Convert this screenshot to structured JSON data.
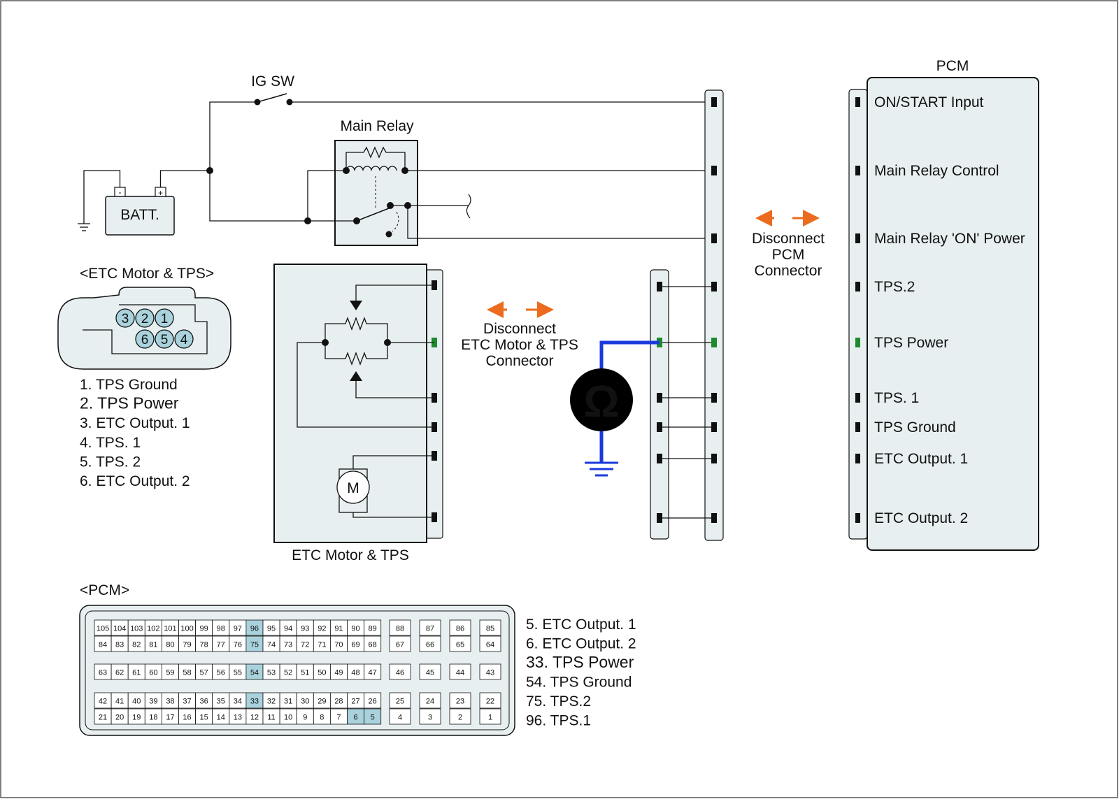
{
  "colors": {
    "panel_fill": "#e8eff1",
    "highlight_fill": "#a9d2dc",
    "green": "#1d8a2c",
    "orange": "#ec6b1e",
    "meter_wire": "#1a3adb",
    "line": "#111111"
  },
  "labels": {
    "ig_sw": "IG SW",
    "main_relay": "Main Relay",
    "batt": "BATT.",
    "batt_minus": "-",
    "batt_plus": "+",
    "etc_block_caption": "ETC Motor & TPS",
    "motor": "M",
    "ohm": "Ω",
    "pcm_title": "PCM",
    "disconnect_etc": [
      "Disconnect",
      "ETC Motor & TPS",
      "Connector"
    ],
    "disconnect_pcm": [
      "Disconnect",
      "PCM",
      "Connector"
    ]
  },
  "pcm_pins": [
    {
      "text": "ON/START Input",
      "green": false
    },
    {
      "text": "Main Relay Control",
      "green": false
    },
    {
      "text": "Main Relay 'ON' Power",
      "green": false
    },
    {
      "text": "TPS.2",
      "green": false
    },
    {
      "text": "TPS Power",
      "green": true
    },
    {
      "text": "TPS. 1",
      "green": false
    },
    {
      "text": "TPS Ground",
      "green": false
    },
    {
      "text": "ETC Output. 1",
      "green": false
    },
    {
      "text": "ETC Output. 2",
      "green": false
    }
  ],
  "etc_connector": {
    "title": "<ETC Motor & TPS>",
    "top_pins": [
      "3",
      "2",
      "1"
    ],
    "bottom_pins": [
      "6",
      "5",
      "4"
    ],
    "legend": [
      {
        "text": "1. TPS Ground",
        "green": false
      },
      {
        "text": "2. TPS Power",
        "green": true
      },
      {
        "text": "3. ETC Output. 1",
        "green": false
      },
      {
        "text": "4. TPS. 1",
        "green": false
      },
      {
        "text": "5. TPS. 2",
        "green": false
      },
      {
        "text": "6. ETC Output. 2",
        "green": false
      }
    ]
  },
  "pcm_connector": {
    "title": "<PCM>",
    "rows": [
      [
        "105",
        "104",
        "103",
        "102",
        "101",
        "100",
        "99",
        "98",
        "97",
        "96",
        "95",
        "94",
        "93",
        "92",
        "91",
        "90",
        "89"
      ],
      [
        "84",
        "83",
        "82",
        "81",
        "80",
        "79",
        "78",
        "77",
        "76",
        "75",
        "74",
        "73",
        "72",
        "71",
        "70",
        "69",
        "68"
      ],
      [
        "63",
        "62",
        "61",
        "60",
        "59",
        "58",
        "57",
        "56",
        "55",
        "54",
        "53",
        "52",
        "51",
        "50",
        "49",
        "48",
        "47"
      ],
      [
        "42",
        "41",
        "40",
        "39",
        "38",
        "37",
        "36",
        "35",
        "34",
        "33",
        "32",
        "31",
        "30",
        "29",
        "28",
        "27",
        "26"
      ],
      [
        "21",
        "20",
        "19",
        "18",
        "17",
        "16",
        "15",
        "14",
        "13",
        "12",
        "11",
        "10",
        "9",
        "8",
        "7",
        "6",
        "5"
      ]
    ],
    "side_rows": [
      [
        "88",
        "87",
        "86",
        "85"
      ],
      [
        "67",
        "66",
        "65",
        "64"
      ],
      [
        "46",
        "45",
        "44",
        "43"
      ],
      [
        "25",
        "24",
        "23",
        "22"
      ],
      [
        "4",
        "3",
        "2",
        "1"
      ]
    ],
    "highlighted": [
      "96",
      "75",
      "54",
      "33",
      "6",
      "5"
    ],
    "legend": [
      {
        "text": "5. ETC Output. 1",
        "green": false
      },
      {
        "text": "6. ETC Output. 2",
        "green": false
      },
      {
        "text": "33. TPS Power",
        "green": true
      },
      {
        "text": "54. TPS Ground",
        "green": false
      },
      {
        "text": "75. TPS.2",
        "green": false
      },
      {
        "text": "96. TPS.1",
        "green": false
      }
    ]
  }
}
